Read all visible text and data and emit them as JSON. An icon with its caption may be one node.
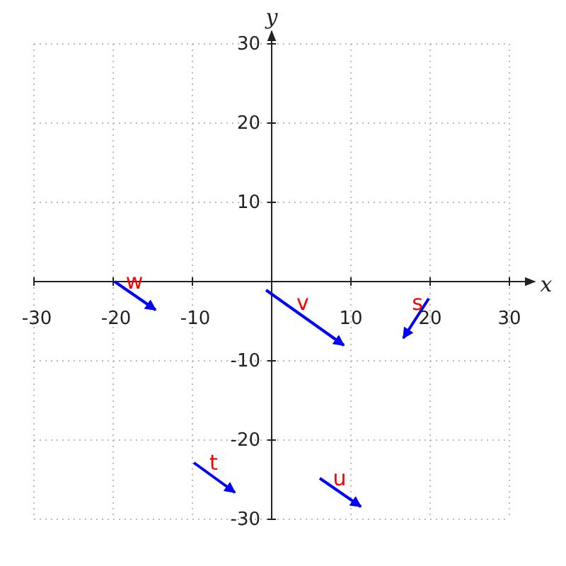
{
  "diagram": {
    "labels": [
      "y",
      "30",
      "20",
      "10",
      "w",
      "x",
      "-30",
      "-20",
      "-10",
      "v",
      "s",
      "10",
      "20",
      "30",
      "-10",
      "t",
      "-20",
      "u",
      "-30"
    ]
  }
}
